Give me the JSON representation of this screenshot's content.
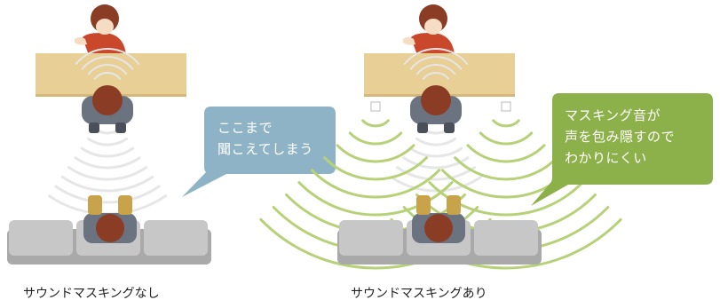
{
  "panels": [
    {
      "caption": "サウンドマスキングなし",
      "bubble": {
        "lines": [
          "ここまで",
          "聞こえてしまう"
        ],
        "color": "#8fb3c6"
      },
      "masking": false
    },
    {
      "caption": "サウンドマスキングあり",
      "bubble": {
        "lines": [
          "マスキング音が",
          "声を包み隠すので",
          "わかりにくい"
        ],
        "color": "#8db14a"
      },
      "masking": true
    }
  ],
  "colors": {
    "desk": "#e8cf95",
    "desk_edge": "#d4b77a",
    "hair": "#8a3d24",
    "speaker_shirt": "#c9472b",
    "skin": "#f7dcc4",
    "listener_shirt": "#6b7380",
    "sofa": "#c7c7c7",
    "sofa_shadow": "#a9a9a9",
    "voice_wave": "#e6e6e6",
    "mask_wave": "#b7d178"
  }
}
